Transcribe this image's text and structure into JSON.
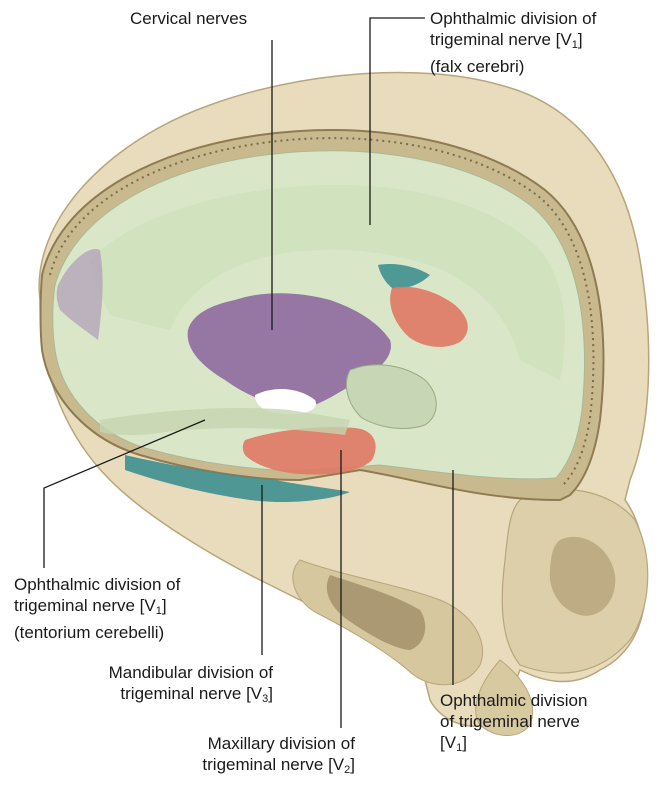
{
  "labels": {
    "cervical": {
      "lines": [
        "Cervical nerves"
      ]
    },
    "oph_falx": {
      "lines": [
        {
          "text": "Ophthalmic division of"
        },
        {
          "text": "trigeminal nerve [V",
          "sub": "1",
          "after": "]"
        },
        {
          "text": "(falx cerebri)"
        }
      ]
    },
    "oph_tentorium": {
      "lines": [
        {
          "text": "Ophthalmic division of"
        },
        {
          "text": "trigeminal nerve [V",
          "sub": "1",
          "after": "]"
        },
        {
          "text": "(tentorium cerebelli)"
        }
      ]
    },
    "mandibular": {
      "lines": [
        {
          "text": "Mandibular division of"
        },
        {
          "text": "trigeminal nerve [V",
          "sub": "3",
          "after": "]"
        }
      ]
    },
    "maxillary": {
      "lines": [
        {
          "text": "Maxillary division of"
        },
        {
          "text": "trigeminal nerve [V",
          "sub": "2",
          "after": "]"
        }
      ]
    },
    "oph_anterior": {
      "lines": [
        {
          "text": "Ophthalmic division"
        },
        {
          "text": "of  trigeminal nerve"
        },
        {
          "text": "[V",
          "sub": "1",
          "after": "]"
        }
      ]
    }
  },
  "colors": {
    "bone": "#e8dcbc",
    "bone_shadow": "#c9b98f",
    "dura": "#d9e6c8",
    "cervical_region": "#8e6a9e",
    "v1_region": "#3e8f8f",
    "v2_region": "#e07a66",
    "diploe": "#b59a6e"
  }
}
